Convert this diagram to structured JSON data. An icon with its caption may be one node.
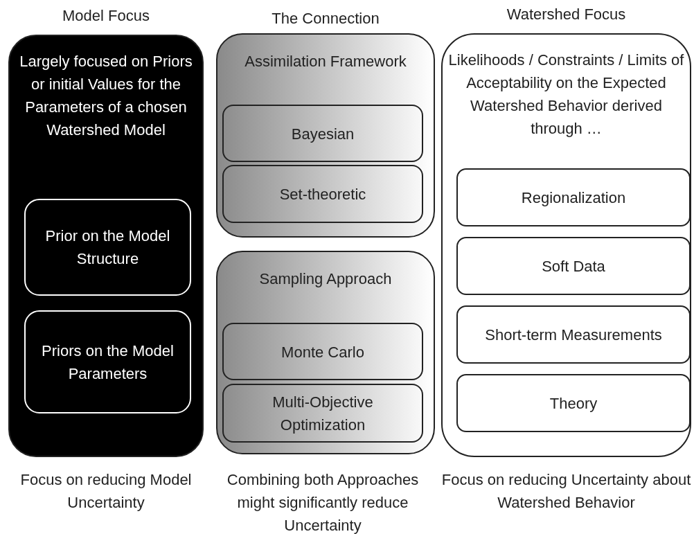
{
  "diagram": {
    "nodes": [
      {
        "text": [
          "Model Focus",
          "Largely focused on Priors or initial Values for the Parameters of a chosen Watershed Model"
        ],
        "beside": [
          "Focus on reducing Model Uncertainty"
        ]
      },
      {
        "text": [
          "Prior on the Model Structure"
        ],
        "in": 0
      },
      {
        "text": [
          "Priors on the Model Parameters"
        ],
        "in": 0
      },
      {
        "text": [
          "Assimilation Framework"
        ]
      },
      {
        "text": [
          "Bayesian"
        ],
        "in": 3
      },
      {
        "text": [
          "Set-theoretic"
        ],
        "in": 3
      },
      {
        "text": [
          "Sampling Approach"
        ]
      },
      {
        "text": [
          "Monte Carlo"
        ],
        "in": 6
      },
      {
        "text": [
          "Multi-Objective Optimization"
        ],
        "in": 6
      },
      {
        "text": [
          "Watershed Focus",
          "Likelihoods / Constraints / Limits of Acceptability on the Expected Watershed Behavior derived through …"
        ],
        "beside": [
          "Focus on reducing Uncertainty about Watershed Behavior"
        ]
      },
      {
        "text": [
          "Regionalization"
        ],
        "in": 9
      },
      {
        "text": [
          "Soft Data"
        ],
        "in": 9
      },
      {
        "text": [
          "Short-term Measurements"
        ],
        "in": 9
      },
      {
        "text": [
          "Theory"
        ],
        "in": 9
      }
    ],
    "edges": [],
    "labels": [
      "The Connection",
      "Combining both Approaches might significantly reduce Uncertainty"
    ]
  }
}
